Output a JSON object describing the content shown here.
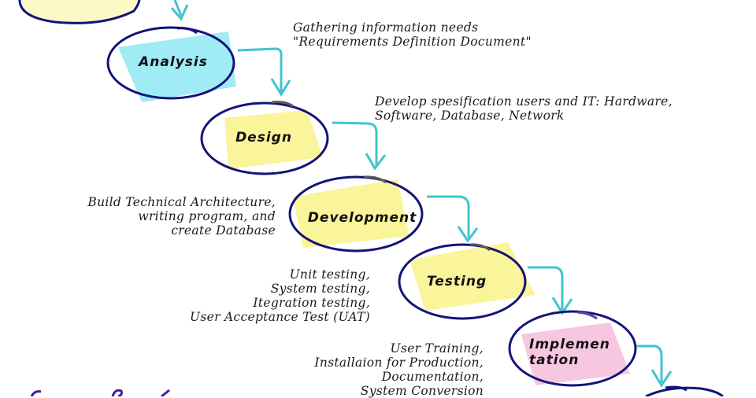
{
  "diagram": {
    "type": "waterfall-sdlc",
    "colors": {
      "outline": "#13137a",
      "arrow": "#3fc4cc",
      "planning_fill": "#fbf7b8",
      "analysis_fill": "#8ee8f4",
      "yellow_fill": "#f9f28a",
      "pink_fill": "#f6bcdc",
      "partial_purple_text": "#4a1aa0"
    },
    "stages": [
      {
        "id": "planning",
        "label": "",
        "fill": "planning_fill",
        "note": ""
      },
      {
        "id": "analysis",
        "label": "Analysis",
        "fill": "analysis_fill",
        "note": "Gathering information needs\n\"Requirements Definition Document\""
      },
      {
        "id": "design",
        "label": "Design",
        "fill": "yellow_fill",
        "note": "Develop spesification users and IT: Hardware,\nSoftware, Database, Network"
      },
      {
        "id": "development",
        "label": "Development",
        "fill": "yellow_fill",
        "note": "Build Technical Architecture,\nwriting program, and\ncreate Database"
      },
      {
        "id": "testing",
        "label": "Testing",
        "fill": "yellow_fill",
        "note": "Unit testing,\nSystem testing,\nItegration testing,\nUser Acceptance Test (UAT)"
      },
      {
        "id": "implementation",
        "label": "Implemen\ntation",
        "fill": "pink_fill",
        "note": "User Training,\nInstallaion for Production,\nDocumentation,\nSystem Conversion"
      },
      {
        "id": "maintenance",
        "label": "",
        "fill": "yellow_fill",
        "note": ""
      }
    ]
  }
}
